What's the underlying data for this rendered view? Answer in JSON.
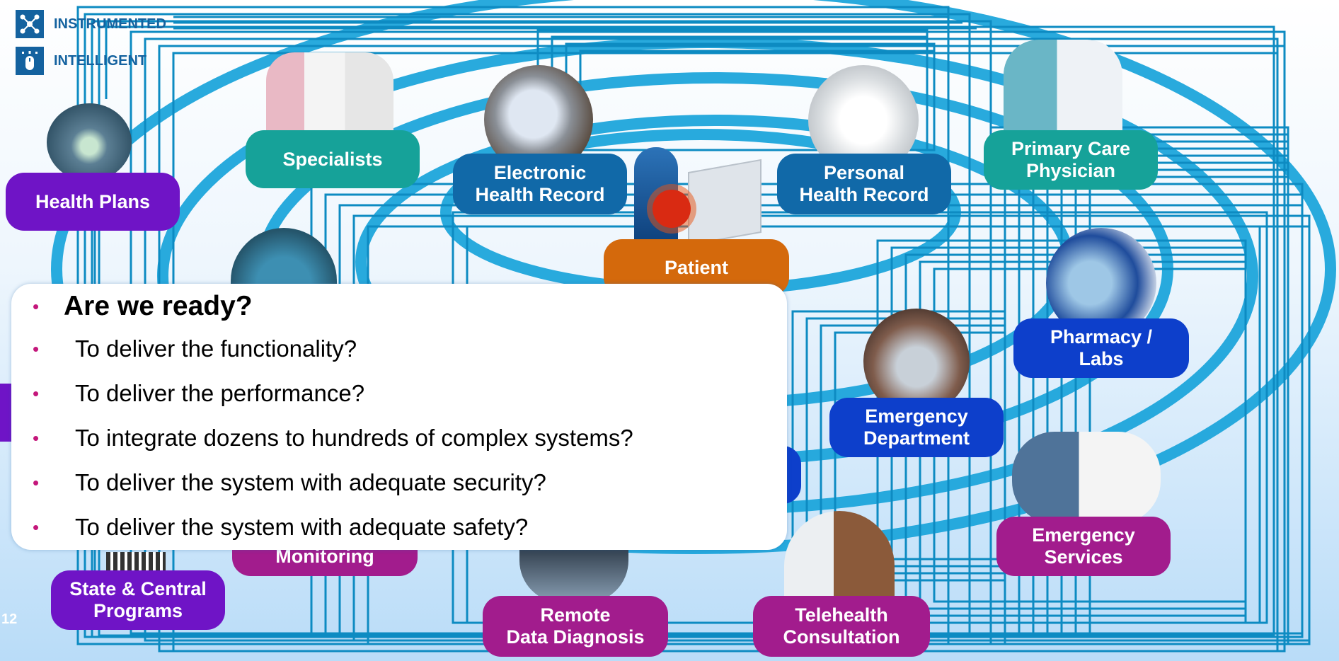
{
  "brand": {
    "instrumented_label": "INSTRUMENTED",
    "intelligent_label": "INTELLIGENT",
    "icon_names": [
      "network-icon",
      "mouse-icon"
    ],
    "color": "#14629f"
  },
  "nodes": {
    "health_plans": "Health Plans",
    "specialists": "Specialists",
    "ehr": "Electronic\nHealth Record",
    "phr": "Personal\nHealth Record",
    "primary_care": "Primary Care\nPhysician",
    "patient": "Patient",
    "pharmacy": "Pharmacy /\nLabs",
    "emergency_dept": "Emergency\nDepartment",
    "emergency_services": "Emergency\nServices",
    "telehealth": "Telehealth\nConsultation",
    "remote_data": "Remote\nData Diagnosis",
    "monitoring": "Monitoring",
    "state_programs": "State & Central\nPrograms"
  },
  "callout": {
    "heading": "Are we ready?",
    "items": [
      "To deliver the functionality?",
      "To deliver the performance?",
      "To integrate dozens to hundreds of complex systems?",
      "To deliver the system with adequate security?",
      "To deliver the system with adequate safety?"
    ],
    "bullet_color": "#c4177b"
  },
  "page_number": "12",
  "colors": {
    "teal": "#16a299",
    "blue": "#1169a8",
    "purple": "#6f14c6",
    "magenta": "#a21c8d",
    "royal": "#0d3fcb",
    "orange": "#d4690c",
    "connector": "#1aa0d6"
  }
}
